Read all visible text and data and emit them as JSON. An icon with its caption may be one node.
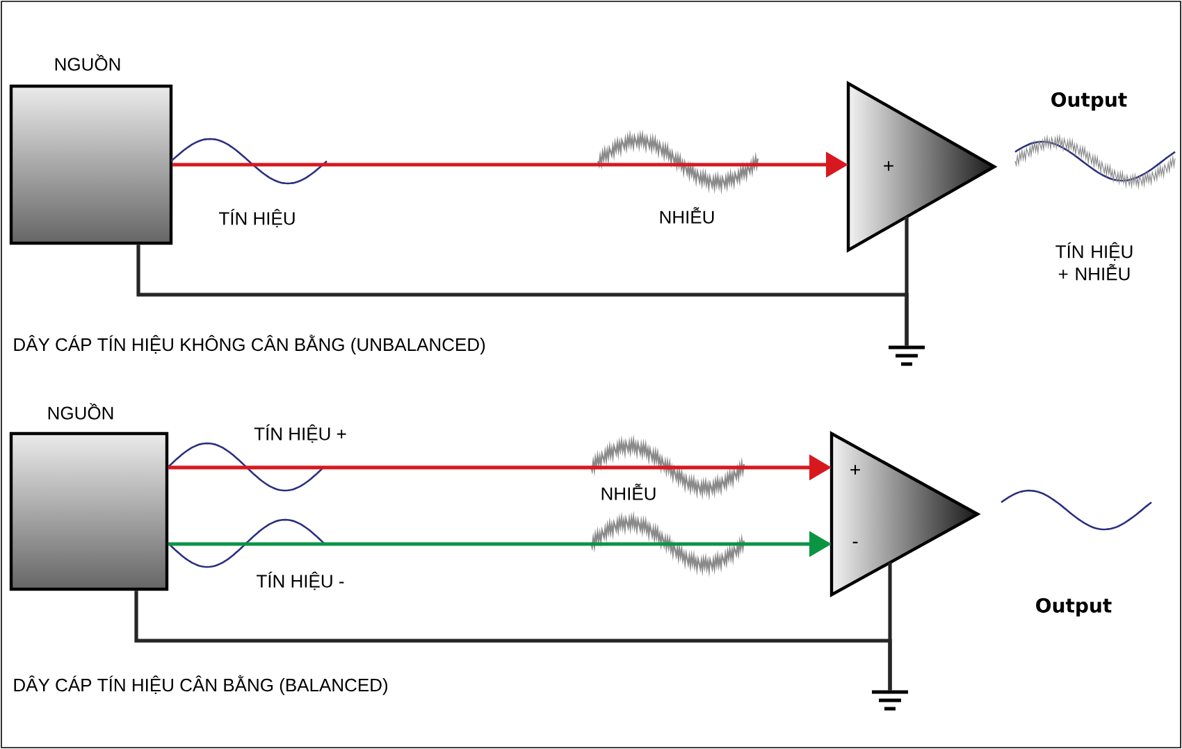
{
  "diagram": {
    "nodes": [
      {
        "text": [
          "NGUỒN"
        ]
      },
      {
        "text": [
          "+"
        ]
      },
      {
        "text": [],
        "shape": "ground"
      },
      {
        "text": [
          "NGUỒN"
        ]
      },
      {
        "text": [
          "+",
          "-"
        ]
      },
      {
        "text": [],
        "shape": "ground"
      }
    ],
    "edges": [
      {
        "from": 0,
        "to": 1,
        "arrow": "to",
        "color": "#d7191f"
      },
      {
        "from": 0,
        "to": 2,
        "arrow": "none"
      },
      {
        "from": 1,
        "to": 2,
        "arrow": "none"
      },
      {
        "from": 3,
        "to": 4,
        "arrow": "to",
        "color": "#d7191f"
      },
      {
        "from": 3,
        "to": 4,
        "arrow": "to",
        "color": "#0b9444"
      },
      {
        "from": 3,
        "to": 5,
        "arrow": "none"
      },
      {
        "from": 4,
        "to": 5,
        "arrow": "none"
      }
    ],
    "labels": [
      "TÍN HIỆU",
      "NHIỄU",
      "Output",
      "TÍN HIỆU + NHIỄU",
      "DÂY CÁP TÍN HIỆU KHÔNG CÂN BẰNG (UNBALANCED)",
      "TÍN HIỆU +",
      "NHIỄU",
      "TÍN HIỆU -",
      "Output",
      "DÂY CÁP TÍN HIỆU CÂN BẰNG (BALANCED)"
    ]
  }
}
